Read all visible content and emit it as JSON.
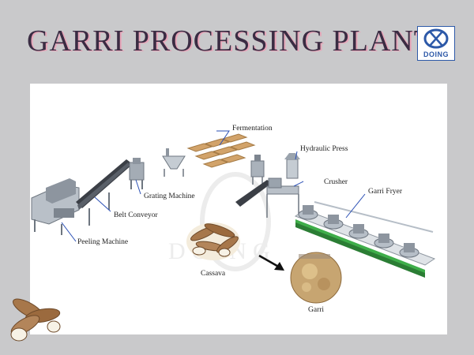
{
  "header": {
    "title": "GARRI PROCESSING PLANT",
    "logo_text": "DOING"
  },
  "diagram": {
    "labels": {
      "fermentation": "Fermentation",
      "hydraulic_press": "Hydraulic Press",
      "crusher": "Crusher",
      "garri_fryer": "Garri Fryer",
      "grating_machine": "Grating Machine",
      "belt_conveyor": "Belt Conveyor",
      "peeling_machine": "Peeling Machine",
      "cassava": "Cassava",
      "garri": "Garri"
    },
    "watermark": "DOING",
    "colors": {
      "leader_line": "#2a4fb5",
      "arrow": "#111111",
      "machine_steel": "#9aa3ad",
      "conveyor_dark": "#3b3f46",
      "fermentation_trays": "#d2a36a",
      "rail_green": "#3fae4a"
    }
  }
}
